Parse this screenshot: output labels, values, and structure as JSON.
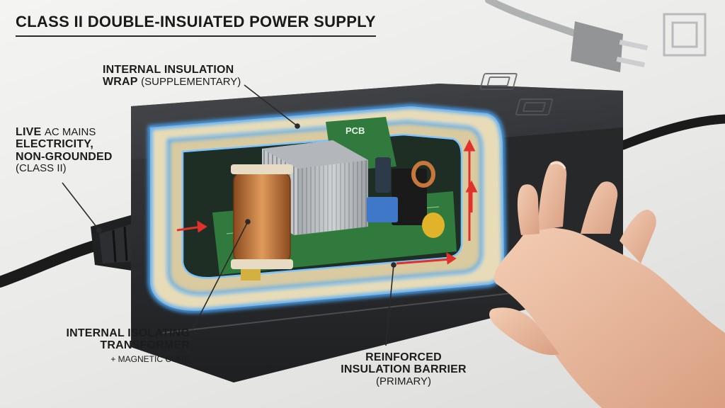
{
  "title": "CLASS II DOUBLE-INSUIATED POWER SUPPLY",
  "labels": {
    "wrap_line1": "INTERNAL INSULATION",
    "wrap_line2_bold": "WRAP",
    "wrap_line2_norm": "(SUPPLEMENTARY)",
    "live_line1_bold": "LIVE",
    "live_line1_norm": "AC MAINS",
    "live_line2": "ELECTRICITY,",
    "live_line3": "NON-GROUNDED",
    "live_line4": "(CLASS II)",
    "transformer_line1": "INTERNAL ISOLATING",
    "transformer_line2": "TRANSFORMER",
    "transformer_line3": "+ MAGNETIC CORE",
    "barrier_line1": "REINFORCED",
    "barrier_line2": "INSULATION BARRIER",
    "barrier_line3": "(PRIMARY)",
    "pcb": "PCB"
  },
  "colors": {
    "enclosure": "#2b2d2f",
    "insulation_wrap": "#e8dcb8",
    "glow": "#4aa8ff",
    "copper": "#c8763a",
    "pcb": "#2f7a3c",
    "arrow": "#e0322b"
  },
  "icons": [
    "class-ii-double-square-icon",
    "wall-plug-icon",
    "iec-connector-icon",
    "hand-icon"
  ]
}
